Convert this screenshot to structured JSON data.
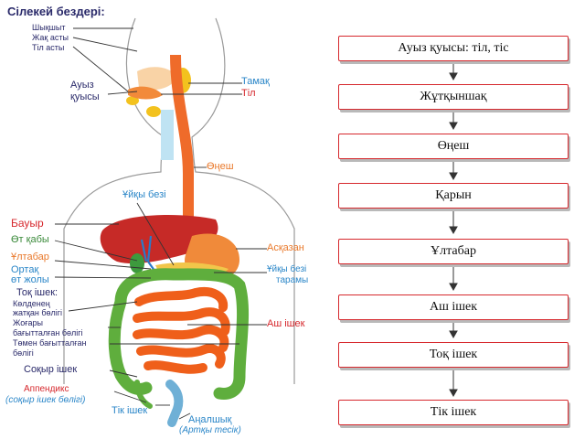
{
  "diagram": {
    "labels": {
      "saliva_glands_title": "Сілекей бездері:",
      "gland_1": "Шықшыт",
      "gland_2": "Жақ асты",
      "gland_3": "Тіл асты",
      "mouth_1": "Ауыз",
      "mouth_2": "қуысы",
      "throat": "Тамақ",
      "tongue": "Тіл",
      "esophagus": "Өңеш",
      "pancreas": "Ұйқы безі",
      "liver": "Бауыр",
      "gallbladder": "Өт қабы",
      "duodenum": "Ұлтабар",
      "common_bile_1": "Ортақ",
      "common_bile_2": "өт жолы",
      "stomach": "Асқазан",
      "pancreatic_duct_1": "Ұйқы безі",
      "pancreatic_duct_2": "тарамы",
      "large_intestine_title": "Тоқ ішек:",
      "li_1a": "Көлденең",
      "li_1b": "жатқан бөлігі",
      "li_2a": "Жоғары",
      "li_2b": "бағытталған бөлігі",
      "li_3a": "Төмен бағытталған",
      "li_3b": "бөлігі",
      "small_intestine": "Аш ішек",
      "cecum": "Соқыр ішек",
      "appendix_1": "Аппендикс",
      "appendix_2": "(соқыр ішек бөлігі)",
      "rectum": "Тік ішек",
      "anus_1": "Аңалшық",
      "anus_2": "(Артқы тесік)"
    },
    "flow": [
      "Ауыз қуысы: тіл, тіс",
      "Жұтқыншақ",
      "Өңеш",
      "Қарын",
      "Ұлтабар",
      "Аш ішек",
      "Тоқ ішек",
      "Тік ішек"
    ],
    "colors": {
      "accent_red": "#d6282d",
      "label_dark": "#2a2a6a",
      "label_orange": "#e9782a",
      "label_blue": "#2a86c8"
    }
  }
}
